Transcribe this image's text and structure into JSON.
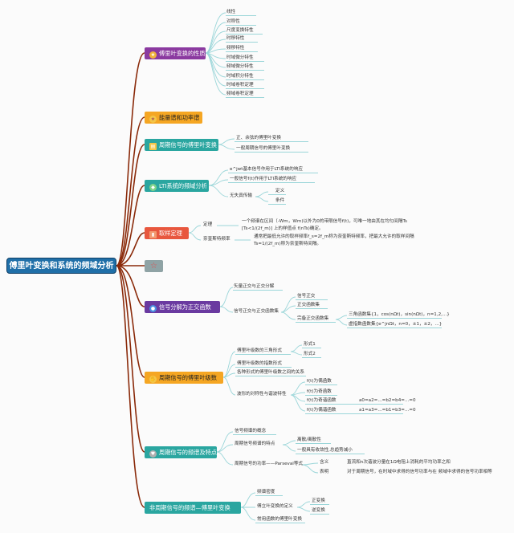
{
  "root": "傅里叶变换和系统的频域分析",
  "topics": [
    {
      "id": "t1",
      "label": "傅里叶变换的性质",
      "color": "#8b3aa0",
      "text": "#ffffff",
      "icon": "#f0b33a"
    },
    {
      "id": "t2",
      "label": "能量谱和功率谱",
      "color": "#f5a623",
      "text": "#222222",
      "icon": "#f3c648"
    },
    {
      "id": "t3",
      "label": "周期信号的傅里叶变换",
      "color": "#2aa6a0",
      "text": "#ffffff",
      "icon": "#f3c648"
    },
    {
      "id": "t4",
      "label": "LTI系统的频域分析",
      "color": "#2aa6a0",
      "text": "#ffffff",
      "icon": "#7fd38a"
    },
    {
      "id": "t5",
      "label": "取样定理",
      "color": "#e8573e",
      "text": "#ffffff",
      "icon": "#f29a70"
    },
    {
      "id": "t6",
      "label": "",
      "color": "#8fa3a5",
      "text": "#ffffff",
      "icon": "#e06060"
    },
    {
      "id": "t7",
      "label": "信号分解为正交函数",
      "color": "#6a3aa0",
      "text": "#ffffff",
      "icon": "#4a90e2"
    },
    {
      "id": "t8",
      "label": "周期信号的傅里叶级数",
      "color": "#f5a623",
      "text": "#222222",
      "icon": "#f3c648"
    },
    {
      "id": "t9",
      "label": "周期信号的频谱及特点",
      "color": "#2aa6a0",
      "text": "#ffffff",
      "icon": "#b0b0b0"
    },
    {
      "id": "t10",
      "label": "非周期信号的频谱—傅里叶变换",
      "color": "#2aa6a0",
      "text": "#ffffff",
      "icon": ""
    }
  ],
  "t1_items": [
    "线性",
    "对称性",
    "尺度变换特性",
    "时移特性",
    "频移特性",
    "时域微分特性",
    "频域微分特性",
    "时域积分特性",
    "时域卷积定理",
    "频域卷积定理"
  ],
  "t3_items": [
    "正、余弦的傅里叶变换",
    "一般周期信号的傅里叶变换"
  ],
  "t4_items": [
    "e^jwt基本信号作用于LTI系统的响应",
    "一般信号f(t)作用于LTI系统的响应",
    "无失真传输"
  ],
  "t4_sub": [
    "定义",
    "条件"
  ],
  "t5_items": [
    "定理",
    "奈奎斯特频率"
  ],
  "t5_desc": [
    "一个频谱在区间（-Wm，Wm)以外为0的带限信号f(t)，可唯一地由其在均匀间隔Ts",
    "[Ts<1/(2f_m)] 上的样值点 f(nTs)确定。",
    "通常把最低允许的取样频率f_s=2f_m称为奈奎斯特频率，把最大允许的取样间隔",
    "Ts=1/(2f_m)称为奈奎斯特间隔。"
  ],
  "t7_items": [
    "矢量正交与正交分解",
    "信号正交与正交函数集"
  ],
  "t7_sub": [
    "信号正交",
    "正交函数集",
    "完备正交函数集"
  ],
  "t7_subsub": [
    "三角函数集{1，cos(nΩt)，sin(nΩt)，n=1,2,...}",
    "虚指数函数集{e^jnΩt，n=0，±1，±2，...}"
  ],
  "t8_items": [
    "傅里叶级数的三角形式",
    "傅里叶级数的指数形式",
    "各种形式的傅里叶级数之间的关系",
    "波形的对称性与谐波特性"
  ],
  "t8_forms": [
    "形式1",
    "形式2"
  ],
  "t8_sym": [
    "f(t)为偶函数",
    "f(t)为奇函数",
    "f(t)为奇谐函数",
    "f(t)为偶谐函数"
  ],
  "t8_sym_eq": [
    "a0=a2=...=b2=b4=...=0",
    "a1=a3=...=b1=b3=...=0"
  ],
  "t9_items": [
    "信号频谱的概念",
    "周期信号频谱的特点",
    "周期信号的功率——Parseval等式"
  ],
  "t9_feat": [
    "离散/离散性",
    "一般具有收敛性,总趋势减小"
  ],
  "t9_pars": [
    "含义",
    "表明"
  ],
  "t9_pars_desc": [
    "直流和n次谐波分量在1Ω电阻上消耗的平均功率之和",
    "对于周期信号，在时域中求得的信号功率与在 频域中求得的信号功率相等"
  ],
  "t10_items": [
    "频谱密度",
    "傅立叶变换的定义",
    "常用函数的傅里叶变换"
  ],
  "t10_sub": [
    "正变换",
    "逆变换"
  ]
}
